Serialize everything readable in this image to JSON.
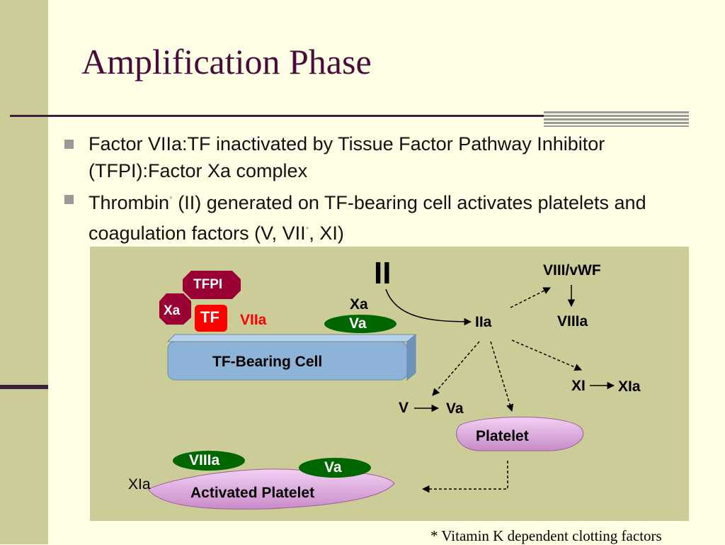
{
  "title": "Amplification Phase",
  "bullets": [
    {
      "pre": "Factor VIIa:TF inactivated by Tissue Factor Pathway Inhibitor (TFPI):Factor Xa complex",
      "mark1": "",
      "mid": "",
      "mark2": "",
      "post": ""
    },
    {
      "pre": "Thrombin",
      "mark1": "*",
      "mid": " (II) generated on TF-bearing cell activates platelets and coagulation factors (V, VII",
      "mark2": "*",
      "post": ", XI)"
    }
  ],
  "diagram": {
    "tfpi": "TFPI",
    "xa_small": "Xa",
    "tf": "TF",
    "viia": "VIIa",
    "xa": "Xa",
    "va_cell": "Va",
    "tf_bearing_cell": "TF-Bearing Cell",
    "ii": "II",
    "iia": "IIa",
    "viii_vwf": "VIII/vWF",
    "viiia_top": "VIIIa",
    "xi": "XI",
    "xia_right": "XIa",
    "v": "V",
    "va_mid": "Va",
    "platelet": "Platelet",
    "viiia_bottom": "VIIIa",
    "va_bottom": "Va",
    "xia_left": "XIa",
    "activated_platelet": "Activated Platelet"
  },
  "colors": {
    "title": "#4A0A3A",
    "tfpi_octagon": "#990033",
    "tf_box": "#FF0000",
    "viia_text": "#FF0000",
    "green_ellipse": "#006600",
    "cell_blue": "#8DB3D8",
    "platelet_pink": "#E8B4E8"
  },
  "footnote": "* Vitamin K dependent clotting factors"
}
